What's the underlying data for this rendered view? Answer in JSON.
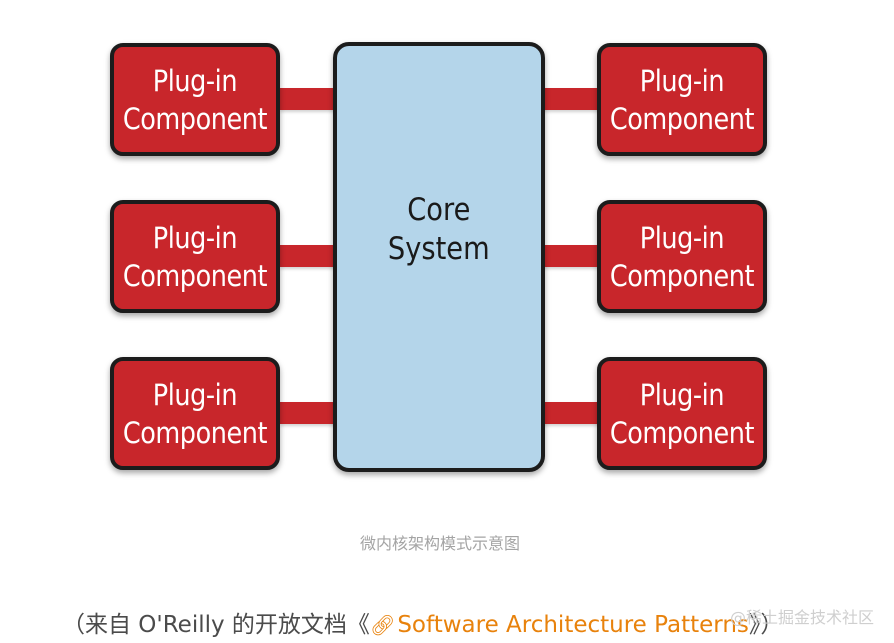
{
  "diagram": {
    "plugins": {
      "left_top": [
        "Plug-in",
        "Component"
      ],
      "left_mid": [
        "Plug-in",
        "Component"
      ],
      "left_bottom": [
        "Plug-in",
        "Component"
      ],
      "right_top": [
        "Plug-in",
        "Component"
      ],
      "right_mid": [
        "Plug-in",
        "Component"
      ],
      "right_bottom": [
        "Plug-in",
        "Component"
      ]
    },
    "core": [
      "Core",
      "System"
    ],
    "colors": {
      "plugin_fill": "#c8262b",
      "core_fill": "#b4d5ea",
      "outline": "#1c1c1c",
      "plugin_text": "#ffffff"
    }
  },
  "caption": "微内核架构模式示意图",
  "source": {
    "prefix": "（来自 O'Reilly 的开放文档《",
    "link_icon": "link-icon",
    "link_text": "Software Architecture Patterns",
    "suffix": "》）"
  },
  "watermark": "@稀土掘金技术社区"
}
